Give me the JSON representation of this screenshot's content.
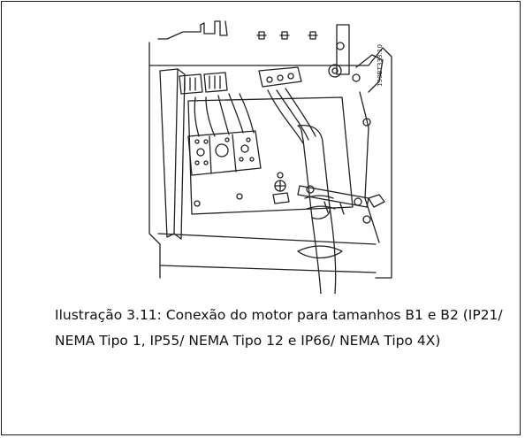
{
  "figure": {
    "ref_code": "130BT333.10",
    "icons": [
      "motor-wiring-illustration"
    ]
  },
  "caption": {
    "text": "Ilustração 3.11: Conexão do motor para tamanhos B1 e B2 (IP21/ NEMA Tipo 1, IP55/ NEMA Tipo 12 e IP66/ NEMA Tipo 4X)"
  }
}
